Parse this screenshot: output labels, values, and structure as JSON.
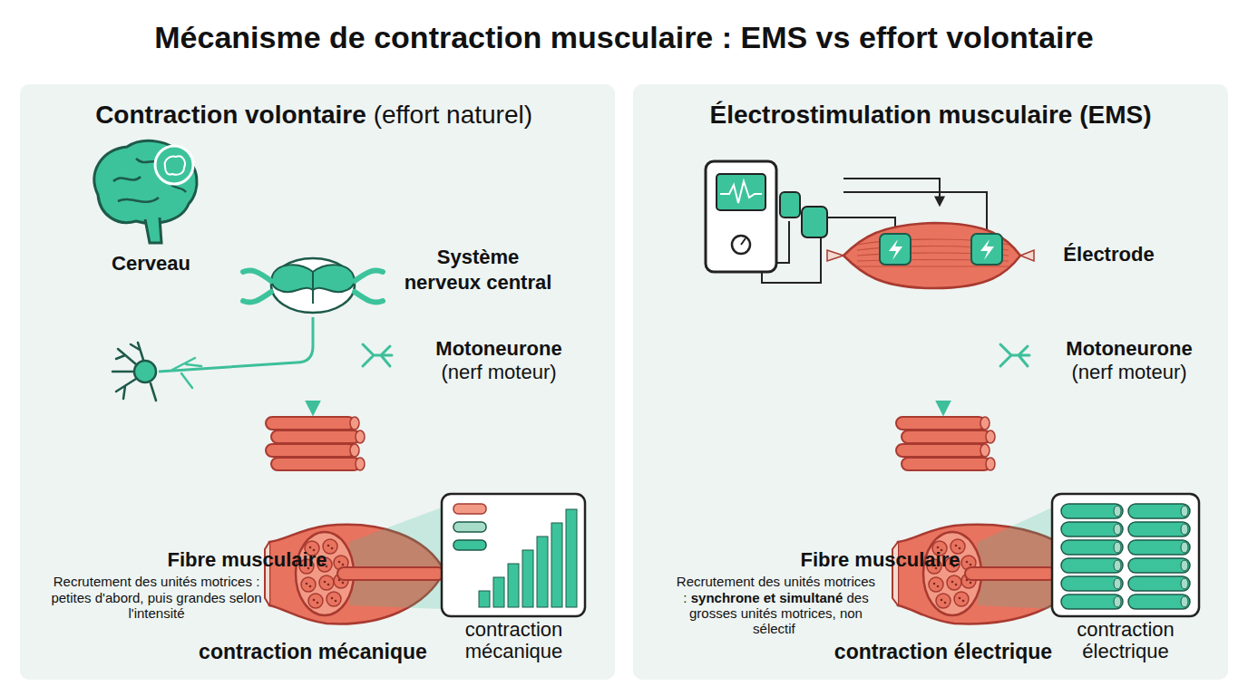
{
  "diagram": {
    "title": "Mécanisme de contraction musculaire : EMS vs effort volontaire",
    "nodes": [
      {
        "text": [
          "Contraction volontaire",
          "(effort naturel)"
        ]
      },
      {
        "text": [
          "Cerveau"
        ],
        "in": 0
      },
      {
        "text": [
          "Système nerveux central"
        ],
        "in": 0
      },
      {
        "text": [
          "Motoneurone",
          "(nerf moteur)"
        ],
        "in": 0
      },
      {
        "text": [
          "Fibre musculaire",
          "Recrutement des unités motrices : petites d'abord, puis grandes selon l'intensité"
        ],
        "in": 0
      },
      {
        "text": [
          "contraction mécanique"
        ],
        "in": 0
      },
      {
        "text": [
          "contraction mécanique"
        ],
        "in": 0
      },
      {
        "text": [
          "Électrostimulation musculaire (EMS)"
        ]
      },
      {
        "text": [
          "Électrode"
        ],
        "in": 7
      },
      {
        "text": [
          "Motoneurone",
          "(nerf moteur)"
        ],
        "in": 7
      },
      {
        "text": [
          "Fibre musculaire",
          "Recrutement des unités motrices :",
          "synchrone et simultané",
          "des grosses unités motrices, non sélectif"
        ],
        "in": 7
      },
      {
        "text": [
          "contraction électrique"
        ],
        "in": 7
      },
      {
        "text": [
          "contraction électrique"
        ],
        "in": 7
      }
    ],
    "edges": [
      {
        "from": 1,
        "to": 2,
        "arrow": "to"
      },
      {
        "from": 2,
        "to": 4,
        "arrow": "to"
      },
      {
        "from": 3,
        "to": 4,
        "arrow": "to"
      },
      {
        "from": 4,
        "to": 6,
        "arrow": "to"
      },
      {
        "from": 8,
        "to": 10,
        "arrow": "to"
      },
      {
        "from": 9,
        "to": 10,
        "arrow": "to"
      },
      {
        "from": 10,
        "to": 12,
        "arrow": "to"
      }
    ]
  }
}
